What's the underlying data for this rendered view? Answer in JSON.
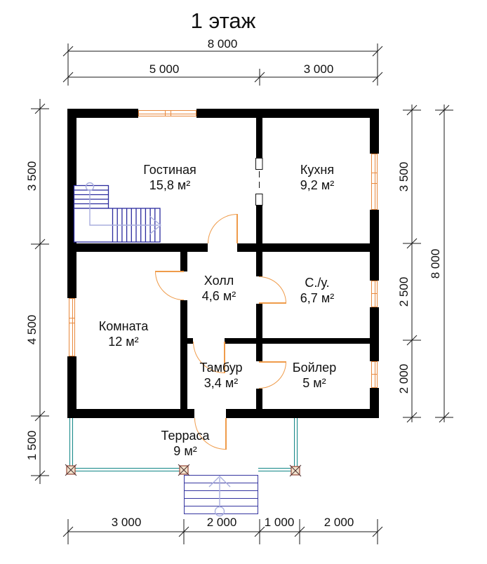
{
  "title": "1 этаж",
  "rooms": {
    "living": {
      "name": "Гостиная",
      "area": "15,8 м²"
    },
    "kitchen": {
      "name": "Кухня",
      "area": "9,2 м²"
    },
    "hall": {
      "name": "Холл",
      "area": "4,6 м²"
    },
    "bathroom": {
      "name": "С./у.",
      "area": "6,7 м²"
    },
    "room": {
      "name": "Комната",
      "area": "12 м²"
    },
    "vestibule": {
      "name": "Тамбур",
      "area": "3,4 м²"
    },
    "boiler": {
      "name": "Бойлер",
      "area": "5 м²"
    },
    "terrace": {
      "name": "Терраса",
      "area": "9 м²"
    }
  },
  "dimensions": {
    "top": {
      "overall": "8 000",
      "seg1": "5 000",
      "seg2": "3 000"
    },
    "left": {
      "seg1": "3 500",
      "seg2": "4 500",
      "seg3": "1 500"
    },
    "right": {
      "overall": "8 000",
      "seg1": "3 500",
      "seg2": "2 500",
      "seg3": "2 000"
    },
    "bottom": {
      "seg1": "3 000",
      "seg2": "2 000",
      "seg3": "1 000",
      "seg4": "2 000"
    }
  },
  "colors": {
    "wall": "#000000",
    "joinery_orange": "#e8883c",
    "door_arc_orange": "#ef9b4a",
    "stair_navy": "#2b2b9e",
    "guide_lavender": "#a9aede",
    "railing_teal": "#0f8585",
    "post_fill": "#f2e2cc",
    "post_stroke": "#9a4a3a"
  }
}
